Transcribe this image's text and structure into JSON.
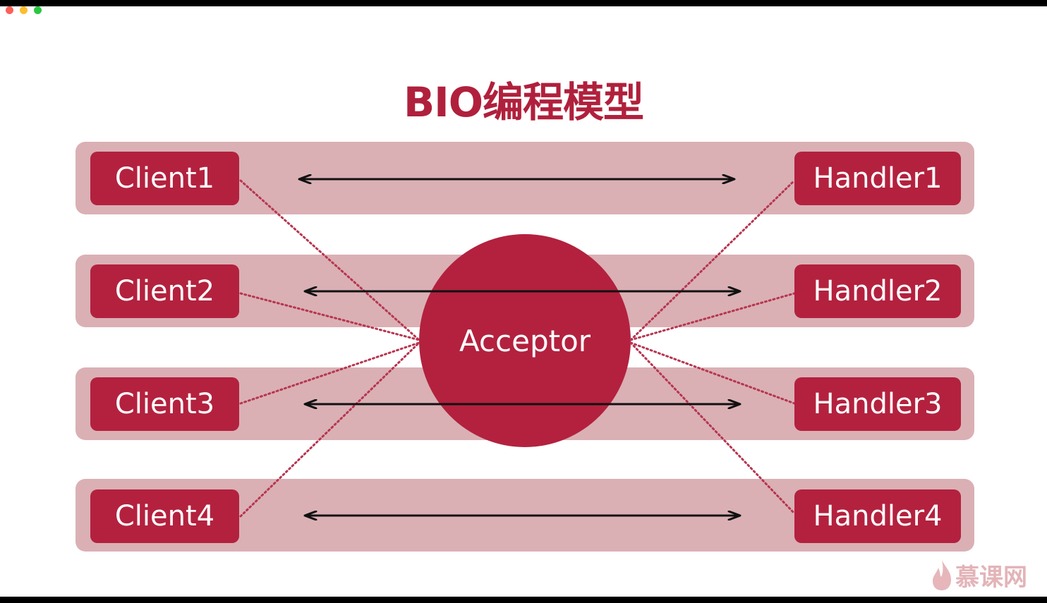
{
  "title": "BIO编程模型",
  "center": "Acceptor",
  "clients": [
    "Client1",
    "Client2",
    "Client3",
    "Client4"
  ],
  "handlers": [
    "Handler1",
    "Handler2",
    "Handler3",
    "Handler4"
  ],
  "watermark": "慕课网",
  "colors": {
    "accent": "#b3213e",
    "band": "#dab0b5",
    "dotted_line": "#b7354f",
    "arrow": "#111111"
  }
}
